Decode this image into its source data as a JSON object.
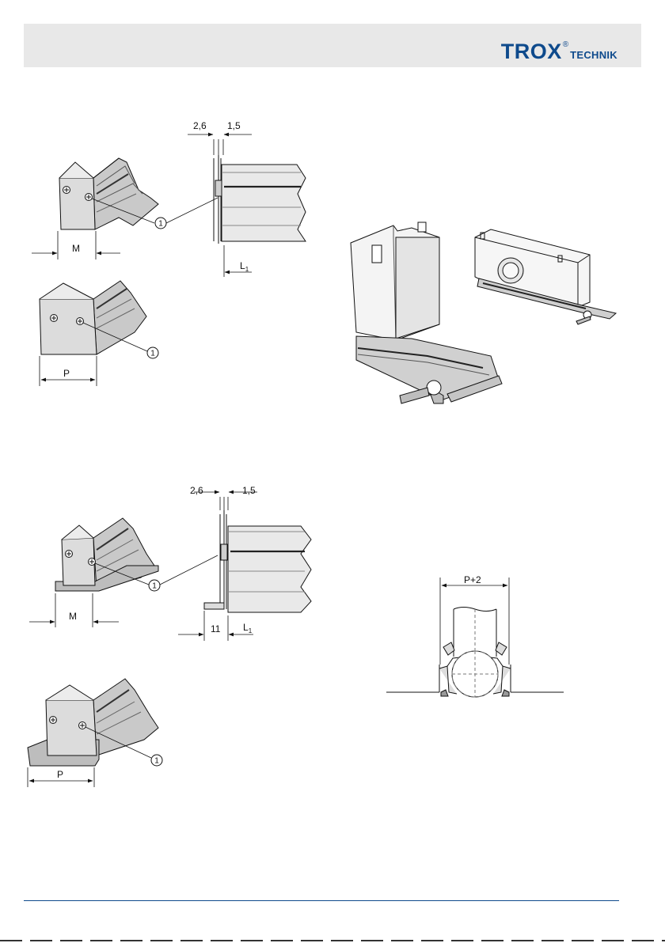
{
  "header": {
    "brand": "TROX",
    "registered": "®",
    "brand_suffix": "TECHNIK",
    "brand_color": "#0e4a8c",
    "band_color": "#e8e8e8"
  },
  "figures": {
    "fig1": {
      "dim_m": "M",
      "dim_a": "2,6",
      "dim_b": "1,5",
      "dim_l_main": "L",
      "dim_l_sub": "1",
      "callout": "1"
    },
    "fig2": {
      "dim_p": "P",
      "callout": "1"
    },
    "fig3": {
      "dim_m": "M",
      "dim_a": "2,6",
      "dim_b": "1,5",
      "dim_11": "11",
      "dim_l_main": "L",
      "dim_l_sub": "1",
      "callout": "1"
    },
    "fig4": {
      "dim_p": "P",
      "callout": "1"
    },
    "fig5": {
      "dim_p2": "P+2"
    }
  }
}
